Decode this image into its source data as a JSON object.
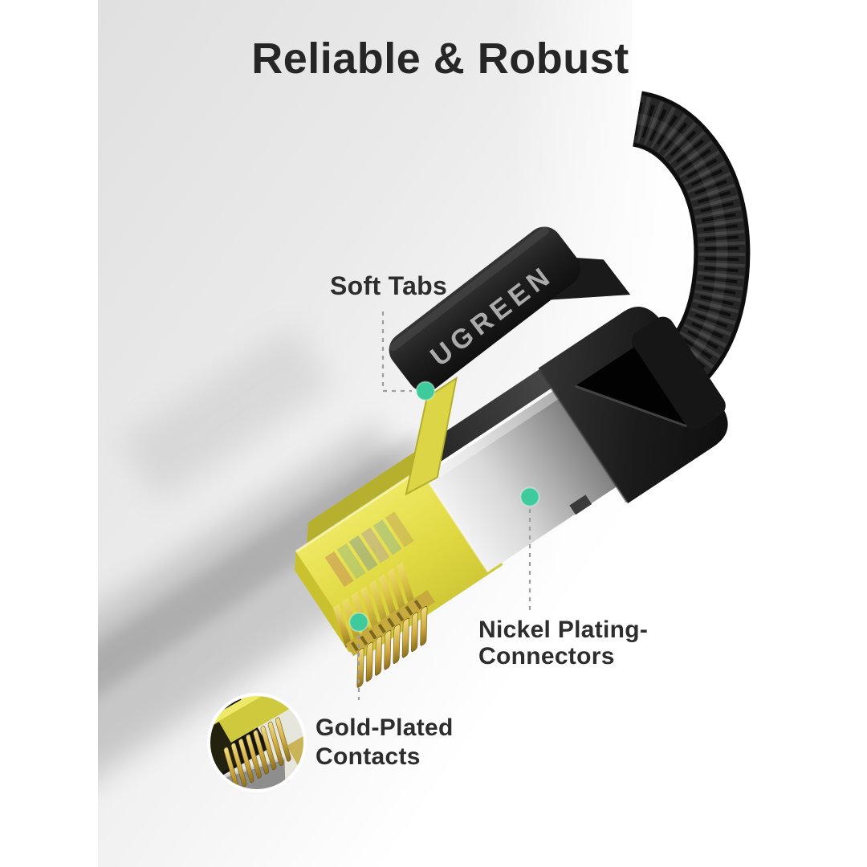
{
  "title": {
    "text": "Reliable & Robust"
  },
  "product": {
    "brand_text": "UGREEN"
  },
  "callouts": {
    "soft_tabs": {
      "label": "Soft Tabs"
    },
    "nickel_plating": {
      "line1": "Nickel Plating-",
      "line2": "Connectors"
    },
    "gold_plated": {
      "line1": "Gold-Plated",
      "line2": "Contacts"
    }
  },
  "markers": [
    {
      "name": "soft-tabs-marker"
    },
    {
      "name": "nickel-plating-marker"
    },
    {
      "name": "gold-contacts-marker"
    }
  ],
  "colors": {
    "marker_teal": "#3fca9e",
    "title_text": "#262626",
    "label_text": "#2d2d2d",
    "wall_gray": "#ebebeb",
    "cable_black": "#1a1a1a",
    "connector_yellow": "#e3dd4a",
    "contact_gold": "#cfa93d",
    "shield_silver": "#c0c0c0",
    "leader_dash": "#9d9d9d"
  }
}
